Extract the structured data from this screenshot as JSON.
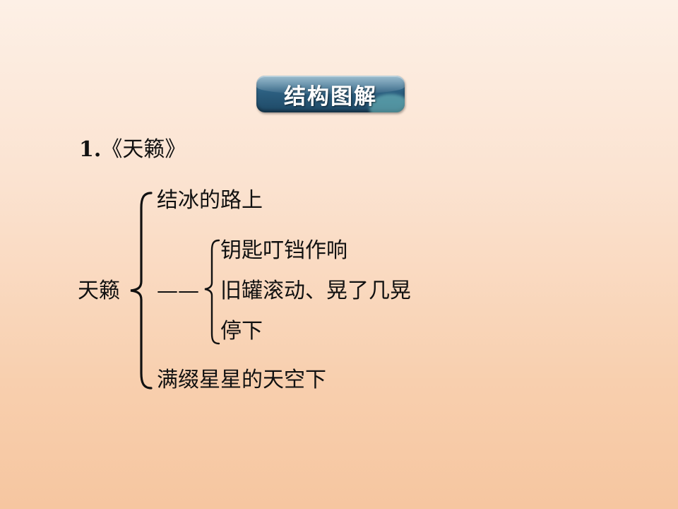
{
  "badge": {
    "title": "结构图解"
  },
  "section": {
    "number": "1",
    "separator": ".",
    "title": "《天籁》"
  },
  "diagram": {
    "root": "天籁",
    "branches": [
      {
        "label": "结冰的路上"
      },
      {
        "connector": "——",
        "children": [
          "钥匙叮铛作响",
          "旧罐滚动、晃了几晃",
          "停下"
        ]
      },
      {
        "label": "满缀星星的天空下"
      }
    ]
  }
}
